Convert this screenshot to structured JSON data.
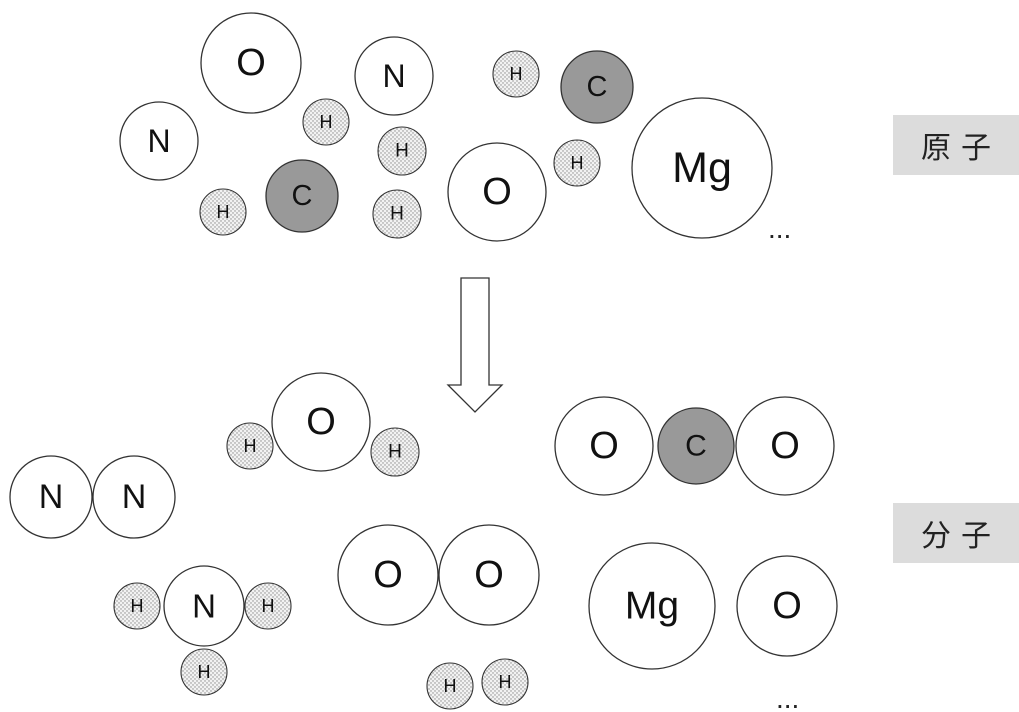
{
  "labels": {
    "atoms": "原子",
    "molecules": "分子",
    "ellipsis": "..."
  },
  "colors": {
    "plain_fill": "#ffffff",
    "carbon_fill": "#999999",
    "hydrogen_fill": "#ebebeb",
    "stroke": "#333333",
    "label_bg": "#dcdcdc"
  },
  "atoms": [
    {
      "name": "atom-o-1",
      "symbol": "O",
      "kind": "plain"
    },
    {
      "name": "atom-n-1",
      "symbol": "N",
      "kind": "plain"
    },
    {
      "name": "atom-h-1",
      "symbol": "H",
      "kind": "hydrogen"
    },
    {
      "name": "atom-c-1",
      "symbol": "C",
      "kind": "carbon"
    },
    {
      "name": "atom-n-2",
      "symbol": "N",
      "kind": "plain"
    },
    {
      "name": "atom-h-2",
      "symbol": "H",
      "kind": "hydrogen"
    },
    {
      "name": "atom-h-3",
      "symbol": "H",
      "kind": "hydrogen"
    },
    {
      "name": "atom-h-4",
      "symbol": "H",
      "kind": "hydrogen"
    },
    {
      "name": "atom-c-2",
      "symbol": "C",
      "kind": "carbon"
    },
    {
      "name": "atom-h-5",
      "symbol": "H",
      "kind": "hydrogen"
    },
    {
      "name": "atom-h-6",
      "symbol": "H",
      "kind": "hydrogen"
    },
    {
      "name": "atom-o-2",
      "symbol": "O",
      "kind": "plain"
    },
    {
      "name": "atom-mg-1",
      "symbol": "Mg",
      "kind": "plain"
    }
  ],
  "molecules": [
    {
      "name": "molecule-water",
      "atoms": [
        {
          "symbol": "H",
          "kind": "hydrogen"
        },
        {
          "symbol": "O",
          "kind": "plain"
        },
        {
          "symbol": "H",
          "kind": "hydrogen"
        }
      ]
    },
    {
      "name": "molecule-carbon-dioxide",
      "atoms": [
        {
          "symbol": "O",
          "kind": "plain"
        },
        {
          "symbol": "C",
          "kind": "carbon"
        },
        {
          "symbol": "O",
          "kind": "plain"
        }
      ]
    },
    {
      "name": "molecule-nitrogen",
      "atoms": [
        {
          "symbol": "N",
          "kind": "plain"
        },
        {
          "symbol": "N",
          "kind": "plain"
        }
      ]
    },
    {
      "name": "molecule-oxygen",
      "atoms": [
        {
          "symbol": "O",
          "kind": "plain"
        },
        {
          "symbol": "O",
          "kind": "plain"
        }
      ]
    },
    {
      "name": "molecule-ammonia",
      "atoms": [
        {
          "symbol": "H",
          "kind": "hydrogen"
        },
        {
          "symbol": "N",
          "kind": "plain"
        },
        {
          "symbol": "H",
          "kind": "hydrogen"
        },
        {
          "symbol": "H",
          "kind": "hydrogen"
        }
      ]
    },
    {
      "name": "molecule-magnesium-oxide",
      "atoms": [
        {
          "symbol": "Mg",
          "kind": "plain"
        },
        {
          "symbol": "O",
          "kind": "plain"
        }
      ]
    },
    {
      "name": "molecule-hydrogen",
      "atoms": [
        {
          "symbol": "H",
          "kind": "hydrogen"
        },
        {
          "symbol": "H",
          "kind": "hydrogen"
        }
      ]
    }
  ]
}
